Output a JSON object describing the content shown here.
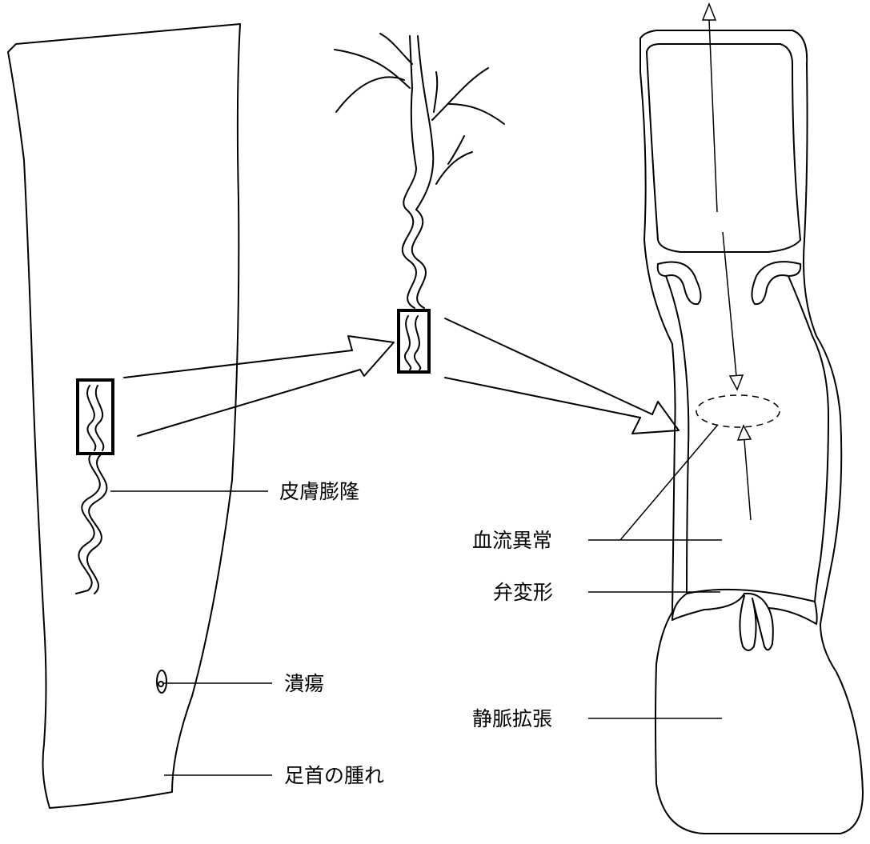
{
  "labels": {
    "skin_bulge": "皮膚膨隆",
    "ulcer": "潰瘍",
    "ankle_swelling": "足首の腫れ",
    "abnormal_flow": "血流異常",
    "valve_deformation": "弁変形",
    "vein_dilation": "静脈拡張"
  },
  "colors": {
    "stroke": "#000000",
    "background": "#ffffff"
  }
}
